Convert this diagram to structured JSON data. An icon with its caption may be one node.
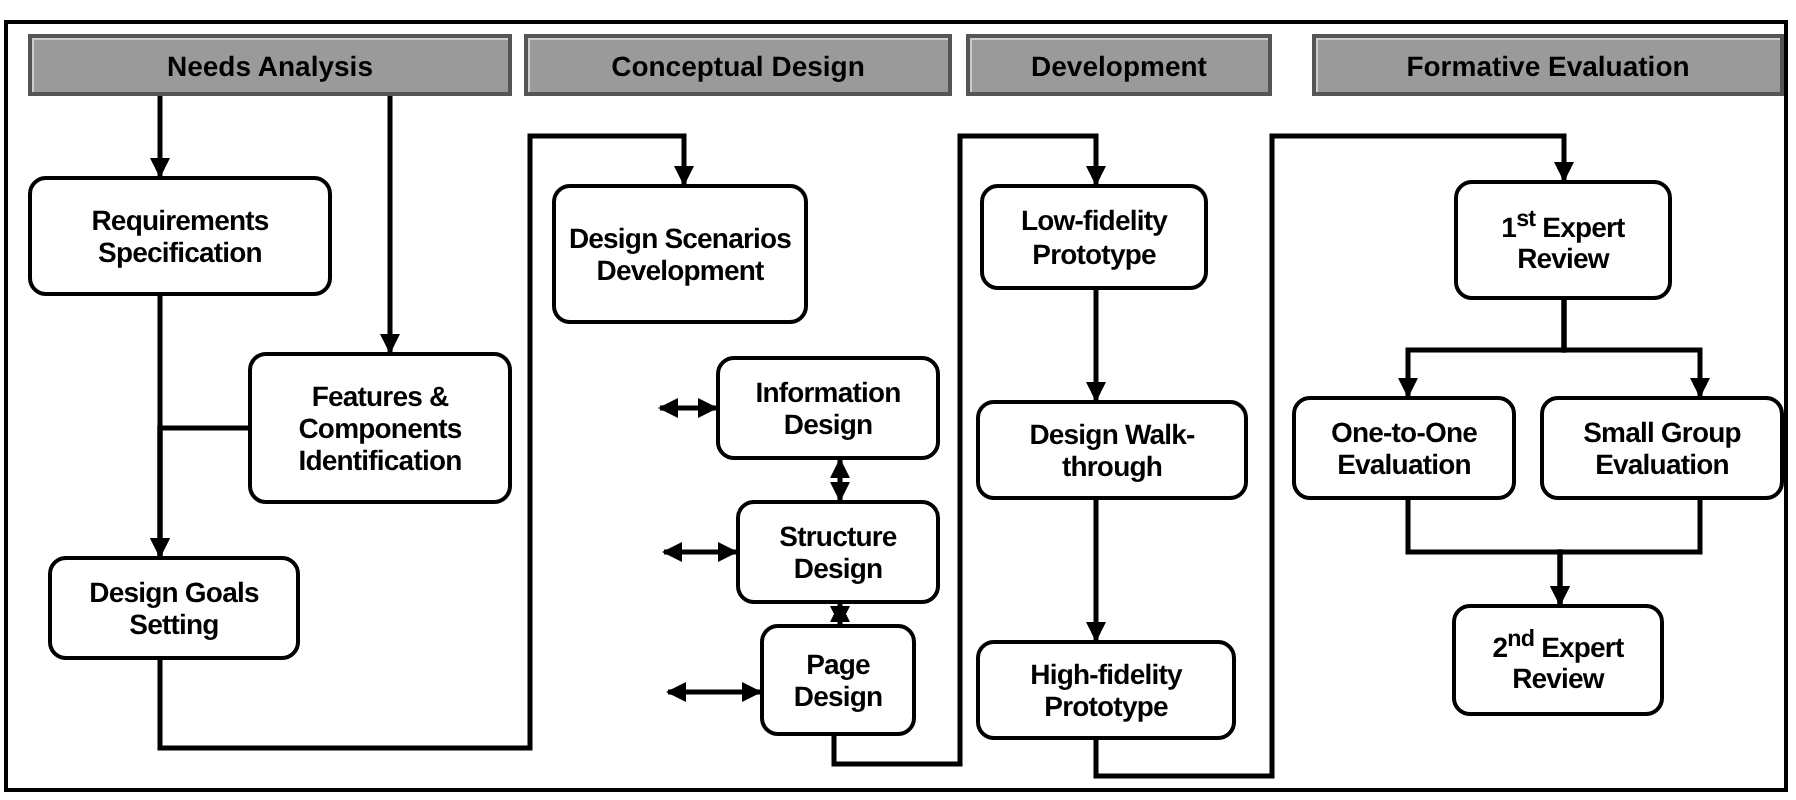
{
  "diagram": {
    "nodes": [
      {
        "text": [
          "Needs Analysis"
        ]
      },
      {
        "text": [
          "Conceptual Design"
        ]
      },
      {
        "text": [
          "Development"
        ]
      },
      {
        "text": [
          "Formative Evaluation"
        ]
      },
      {
        "text": [
          "Requirements Specification"
        ]
      },
      {
        "text": [
          "Features & Components Identification"
        ]
      },
      {
        "text": [
          "Design Goals Setting"
        ]
      },
      {
        "text": [
          "Design Scenarios Development"
        ]
      },
      {
        "text": [
          "Information Design"
        ]
      },
      {
        "text": [
          "Structure Design"
        ]
      },
      {
        "text": [
          "Page Design"
        ]
      },
      {
        "text": [
          "Low-fidelity Prototype"
        ]
      },
      {
        "text": [
          "Design Walk-through"
        ]
      },
      {
        "text": [
          "High-fidelity Prototype"
        ]
      },
      {
        "text": [
          "1$^{st}$ Expert Review"
        ]
      },
      {
        "text": [
          "One-to-One Evaluation"
        ]
      },
      {
        "text": [
          "Small Group Evaluation"
        ]
      },
      {
        "text": [
          "2$^{nd}$ Expert Review"
        ]
      }
    ],
    "edges": [
      {
        "from": 0,
        "to": 4,
        "arrow": "to"
      },
      {
        "from": 0,
        "to": 5,
        "arrow": "to"
      },
      {
        "from": 4,
        "to": 6,
        "arrow": "to"
      },
      {
        "from": 5,
        "to": 6,
        "arrow": "to"
      },
      {
        "from": 6,
        "to": 7,
        "arrow": "to"
      },
      {
        "from": null,
        "to": 8,
        "arrow": "both"
      },
      {
        "from": null,
        "to": 9,
        "arrow": "both"
      },
      {
        "from": null,
        "to": 10,
        "arrow": "both"
      },
      {
        "from": 8,
        "to": 9,
        "arrow": "both"
      },
      {
        "from": 9,
        "to": 10,
        "arrow": "both"
      },
      {
        "from": 10,
        "to": 11,
        "arrow": "to"
      },
      {
        "from": 11,
        "to": 12,
        "arrow": "to"
      },
      {
        "from": 12,
        "to": 13,
        "arrow": "to"
      },
      {
        "from": 13,
        "to": 14,
        "arrow": "to"
      },
      {
        "from": 14,
        "to": 15,
        "arrow": "to"
      },
      {
        "from": 14,
        "to": 16,
        "arrow": "to"
      },
      {
        "from": 15,
        "to": 17,
        "arrow": "to"
      },
      {
        "from": 16,
        "to": 17,
        "arrow": "to"
      }
    ]
  }
}
